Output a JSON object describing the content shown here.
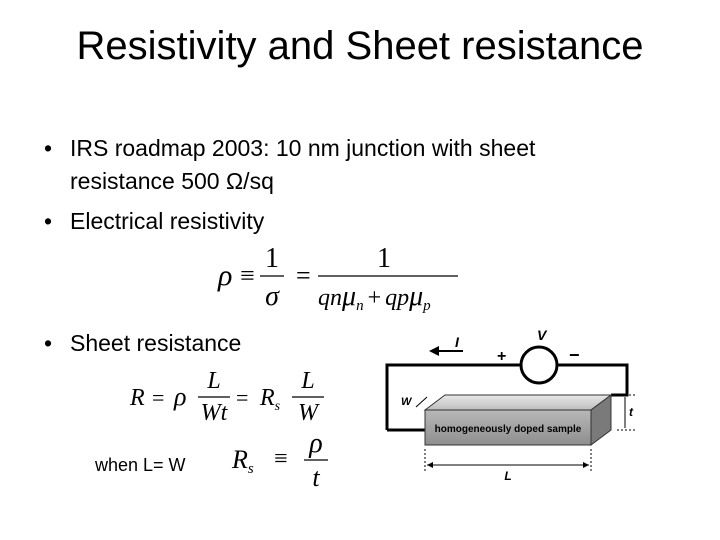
{
  "slide": {
    "title": "Resistivity and Sheet resistance",
    "bullets": [
      "IRS roadmap 2003: 10 nm junction with sheet",
      "resistance 500 Ω/sq",
      "Electrical resistivity",
      "Sheet resistance"
    ],
    "bullet_glyph": "•",
    "condition": "when L= W"
  },
  "eq_resistivity": {
    "lhs": "ρ",
    "equiv": "≡",
    "equals": "=",
    "num1": "1",
    "den1": "σ",
    "num2": "1",
    "den2_q1": "qn",
    "den2_mu1": "μ",
    "den2_sub1": "n",
    "den2_plus": "+",
    "den2_q2": "qp",
    "den2_mu2": "μ",
    "den2_sub2": "p"
  },
  "eq_sheet": {
    "R": "R",
    "equals1": "=",
    "rho": "ρ",
    "num1": "L",
    "den1": "Wt",
    "equals2": "=",
    "Rs": "R",
    "s_sub": "s",
    "num2": "L",
    "den2": "W"
  },
  "eq_rs": {
    "R": "R",
    "s_sub": "s",
    "equiv": "≡",
    "num": "ρ",
    "den": "t"
  },
  "diagram": {
    "current_label": "I",
    "voltage_label": "V",
    "plus": "+",
    "minus": "−",
    "width_label": "W",
    "thickness_label": "t",
    "length_label": "L",
    "sample_label": "homogeneously doped sample"
  }
}
